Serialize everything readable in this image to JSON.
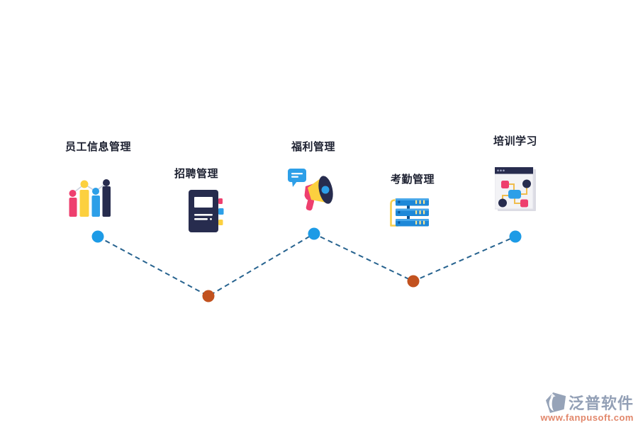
{
  "diagram": {
    "nodes": [
      {
        "label": "员工信息管理",
        "icon": "bar-chart-growth-icon",
        "dot_color": "#1d9be6",
        "row": "top"
      },
      {
        "label": "招聘管理",
        "icon": "notebook-icon",
        "dot_color": "#c2521f",
        "row": "bottom"
      },
      {
        "label": "福利管理",
        "icon": "megaphone-icon",
        "dot_color": "#1d9be6",
        "row": "top"
      },
      {
        "label": "考勤管理",
        "icon": "server-sync-icon",
        "dot_color": "#c2521f",
        "row": "bottom"
      },
      {
        "label": "培训学习",
        "icon": "flowchart-window-icon",
        "dot_color": "#1d9be6",
        "row": "top"
      }
    ],
    "line_color": "#27638f",
    "palette": {
      "pink": "#ee3f6e",
      "yellow": "#fcd03f",
      "blue": "#2d9fe8",
      "navy": "#272c4e",
      "server_blue": "#1d88d8",
      "arrow_yellow": "#f6ce4e"
    }
  },
  "watermark": {
    "brand": "泛普软件",
    "url": "www.fanpusoft.com",
    "brand_color": "#93a0b6",
    "url_color": "#e2876b"
  }
}
